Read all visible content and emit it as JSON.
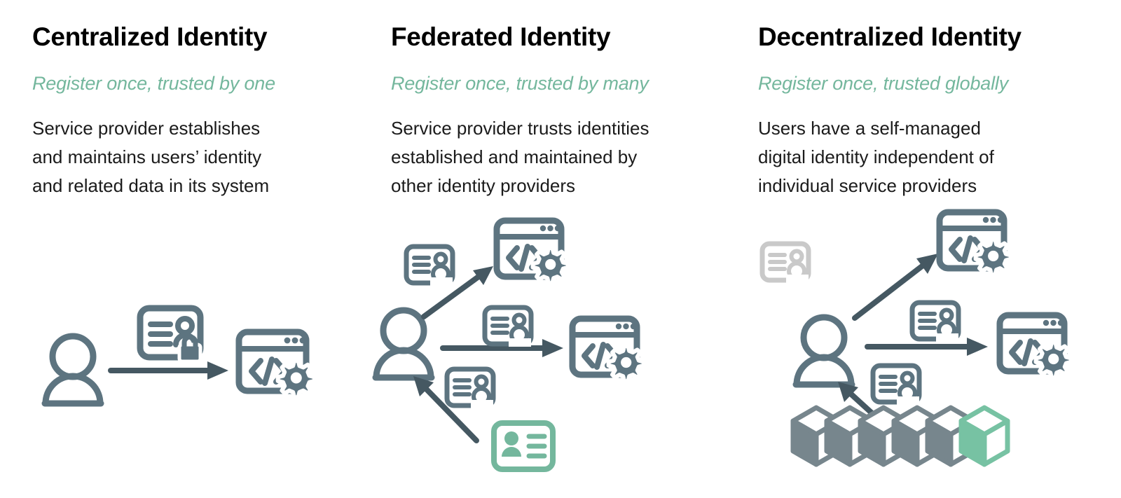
{
  "meta": {
    "diagram_title": "Identity models comparison",
    "background": "#ffffff"
  },
  "colors": {
    "slate": "#5d7480",
    "slate_dark": "#455862",
    "green": "#74b79d",
    "green_cube": "#77c2a3",
    "grey_muted": "#c9c9c9",
    "cube_grey": "#77868d",
    "title_black": "#000000",
    "body_black": "#1b1b1b"
  },
  "columns": [
    {
      "id": "centralized",
      "title": "Centralized Identity",
      "subtitle": "Register once, trusted by one",
      "body_lines": [
        "Service provider establishes",
        "and maintains users’ identity",
        "and related data in its system"
      ],
      "diagram": {
        "nodes": [
          {
            "name": "user-icon",
            "label": "user"
          },
          {
            "name": "id-card-locked-icon",
            "label": "identity credential with lock"
          },
          {
            "name": "service-provider-icon",
            "label": "service provider"
          }
        ],
        "arrows": [
          {
            "name": "arrow-user-to-service-provider",
            "direction": "right"
          }
        ]
      }
    },
    {
      "id": "federated",
      "title": "Federated Identity",
      "subtitle": "Register once, trusted by many",
      "body_lines": [
        "Service provider trusts identities",
        "established and maintained by",
        "other identity providers"
      ],
      "diagram": {
        "nodes": [
          {
            "name": "user-icon",
            "label": "user"
          },
          {
            "name": "id-card-icon-top",
            "label": "identity credential"
          },
          {
            "name": "id-card-icon-middle",
            "label": "identity credential"
          },
          {
            "name": "id-card-icon-bottom",
            "label": "identity credential"
          },
          {
            "name": "service-provider-icon-top",
            "label": "service provider"
          },
          {
            "name": "service-provider-icon-middle",
            "label": "service provider"
          },
          {
            "name": "identity-provider-card-icon",
            "label": "identity provider credential"
          }
        ],
        "arrows": [
          {
            "name": "arrow-user-to-service-provider-top",
            "direction": "up-right"
          },
          {
            "name": "arrow-user-to-service-provider-middle",
            "direction": "right"
          },
          {
            "name": "arrow-identity-provider-to-user",
            "direction": "up-left"
          }
        ]
      }
    },
    {
      "id": "decentralized",
      "title": "Decentralized Identity",
      "subtitle": "Register once, trusted globally",
      "body_lines": [
        "Users have a self-managed",
        "digital identity independent of",
        "individual service providers"
      ],
      "diagram": {
        "nodes": [
          {
            "name": "user-icon",
            "label": "user"
          },
          {
            "name": "id-card-icon-muted-top",
            "label": "inactive identity credential"
          },
          {
            "name": "id-card-icon-middle",
            "label": "identity credential"
          },
          {
            "name": "id-card-icon-bottom",
            "label": "identity credential"
          },
          {
            "name": "service-provider-icon-top",
            "label": "service provider"
          },
          {
            "name": "service-provider-icon-middle",
            "label": "service provider"
          },
          {
            "name": "blockchain-icon",
            "label": "blockchain ledger",
            "cube_count": 6,
            "highlighted_cube_index": 5
          }
        ],
        "arrows": [
          {
            "name": "arrow-user-to-service-provider-top",
            "direction": "up-right"
          },
          {
            "name": "arrow-user-to-service-provider-middle",
            "direction": "right"
          },
          {
            "name": "arrow-blockchain-to-user",
            "direction": "up-left"
          }
        ]
      }
    }
  ]
}
